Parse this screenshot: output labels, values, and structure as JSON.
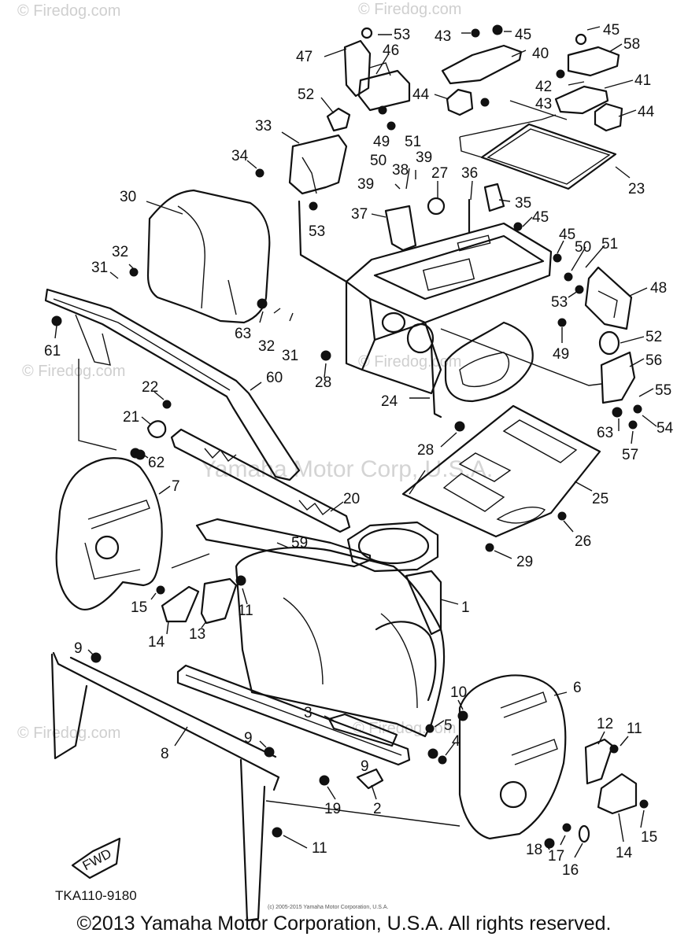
{
  "watermarks": {
    "firedog": "© Firedog.com",
    "manufacturer": "Yamaha Motor Corp, U.S.A."
  },
  "diagram": {
    "code": "TKA110-9180",
    "fwd_label": "FWD",
    "credit_small": "(c) 2005-2015 Yamaha Motor Corporation, U.S.A."
  },
  "callouts": [
    "1",
    "2",
    "3",
    "4",
    "5",
    "6",
    "7",
    "8",
    "9",
    "9",
    "9",
    "10",
    "11",
    "11",
    "11",
    "12",
    "13",
    "14",
    "14",
    "15",
    "15",
    "16",
    "17",
    "18",
    "19",
    "20",
    "21",
    "22",
    "23",
    "24",
    "25",
    "26",
    "27",
    "28",
    "28",
    "29",
    "30",
    "31",
    "31",
    "32",
    "32",
    "33",
    "34",
    "35",
    "36",
    "37",
    "38",
    "39",
    "39",
    "40",
    "41",
    "42",
    "43",
    "43",
    "44",
    "44",
    "45",
    "45",
    "45",
    "45",
    "46",
    "47",
    "48",
    "49",
    "49",
    "50",
    "50",
    "51",
    "51",
    "52",
    "52",
    "53",
    "53",
    "53",
    "54",
    "55",
    "56",
    "57",
    "58",
    "59",
    "60",
    "61",
    "62",
    "63",
    "63"
  ],
  "copyright": "©2013 Yamaha Motor Corporation, U.S.A. All rights reserved."
}
